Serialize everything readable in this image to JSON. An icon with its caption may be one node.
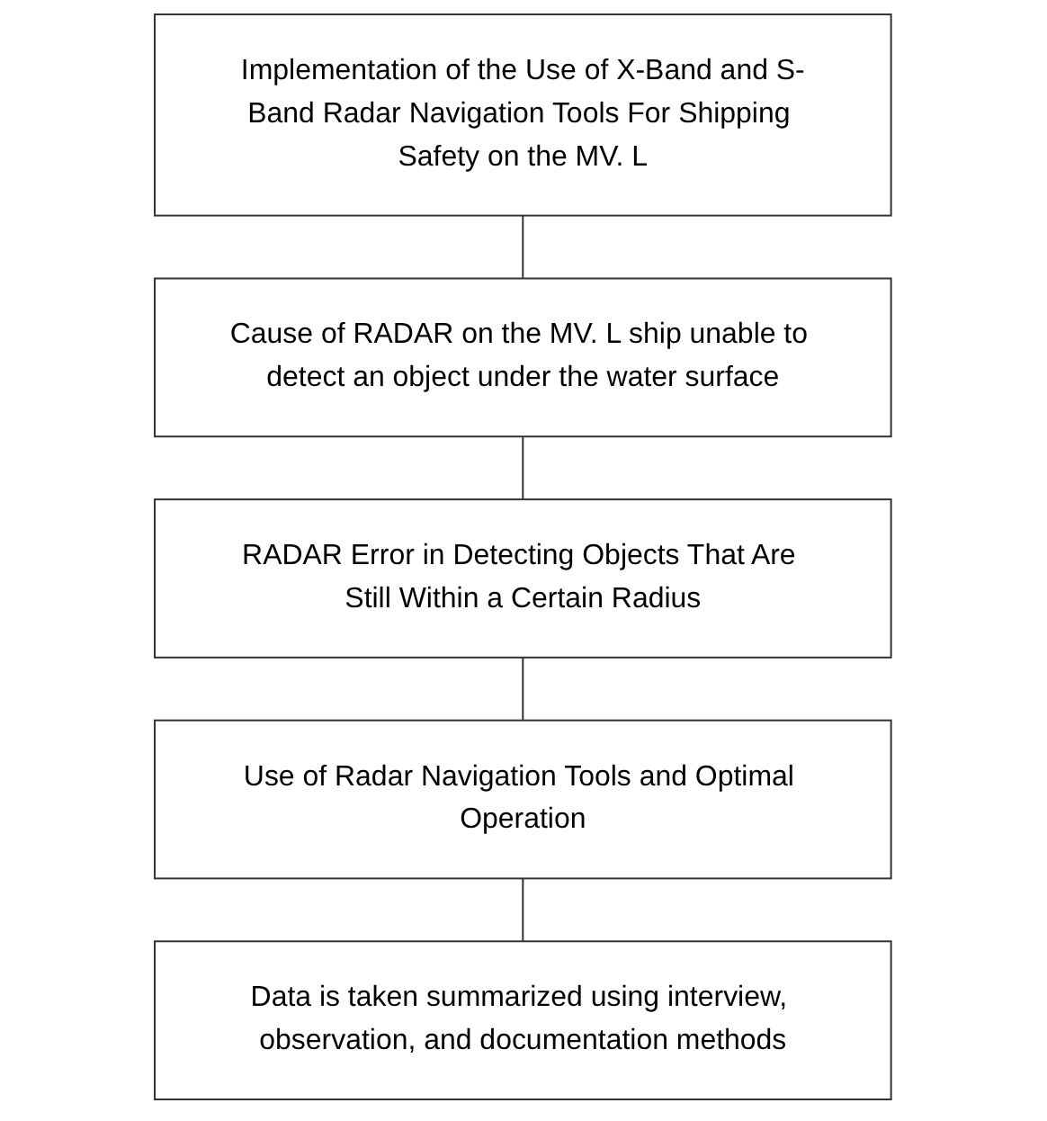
{
  "diagram": {
    "nodes": [
      {
        "text": [
          "Implementation of the Use of X-Band and S-Band Radar Navigation Tools For Shipping Safety on the MV. L"
        ]
      },
      {
        "text": [
          "Cause of RADAR on the MV. L ship unable to detect an object under the water surface"
        ]
      },
      {
        "text": [
          "RADAR Error in Detecting Objects That Are Still Within a Certain Radius"
        ]
      },
      {
        "text": [
          "Use of Radar Navigation Tools and Optimal Operation"
        ]
      },
      {
        "text": [
          "Data is taken summarized using interview, observation, and documentation methods"
        ]
      }
    ],
    "edges": [
      {
        "from": 0,
        "to": 1,
        "arrow": "none"
      },
      {
        "from": 1,
        "to": 2,
        "arrow": "none"
      },
      {
        "from": 2,
        "to": 3,
        "arrow": "none"
      },
      {
        "from": 3,
        "to": 4,
        "arrow": "none"
      }
    ]
  }
}
